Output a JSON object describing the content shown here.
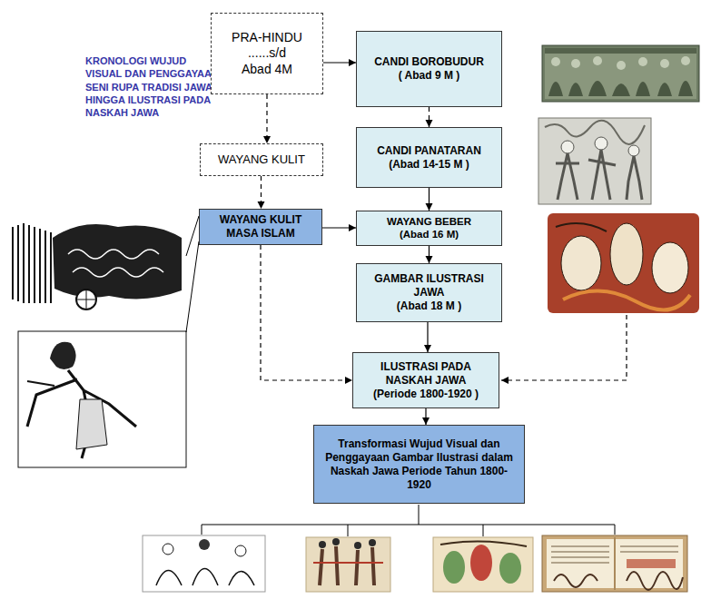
{
  "diagram": {
    "title": "KRONOLOGI WUJUD VISUAL DAN PENGGAYAAN SENI RUPA TRADISI JAWA HINGGA ILUSTRASI PADA NASKAH JAWA",
    "nodes": [
      {
        "text": [
          "PRA-HINDU",
          "......s/d",
          "Abad 4M"
        ]
      },
      {
        "text": [
          "CANDI BOROBUDUR",
          "( Abad 9 M )"
        ]
      },
      {
        "text": [
          "WAYANG KULIT"
        ]
      },
      {
        "text": [
          "CANDI PANATARAN",
          "(Abad 14-15 M )"
        ]
      },
      {
        "text": [
          "WAYANG KULIT MASA ISLAM"
        ]
      },
      {
        "text": [
          "WAYANG BEBER",
          "(Abad 16 M)"
        ]
      },
      {
        "text": [
          "GAMBAR ILUSTRASI JAWA",
          "(Abad 18 M )"
        ]
      },
      {
        "text": [
          "ILUSTRASI PADA NASKAH JAWA",
          "(Periode 1800-1920 )"
        ]
      },
      {
        "text": [
          "Transformasi Wujud Visual dan Penggayaan Gambar Ilustrasi dalam Naskah Jawa Periode Tahun 1800-1920"
        ]
      }
    ],
    "edges": [
      {
        "from": 0,
        "to": 1,
        "arrow": "to"
      },
      {
        "from": 0,
        "to": 2,
        "arrow": "to"
      },
      {
        "from": 1,
        "to": 3,
        "arrow": "to"
      },
      {
        "from": 2,
        "to": 4,
        "arrow": "to"
      },
      {
        "from": 3,
        "to": 5,
        "arrow": "to"
      },
      {
        "from": 4,
        "to": 5,
        "arrow": "to"
      },
      {
        "from": 5,
        "to": 6,
        "arrow": "to"
      },
      {
        "from": 6,
        "to": 7,
        "arrow": "to"
      },
      {
        "from": 4,
        "to": 7,
        "arrow": "to"
      },
      {
        "from": 7,
        "to": 8,
        "arrow": "to"
      }
    ]
  }
}
